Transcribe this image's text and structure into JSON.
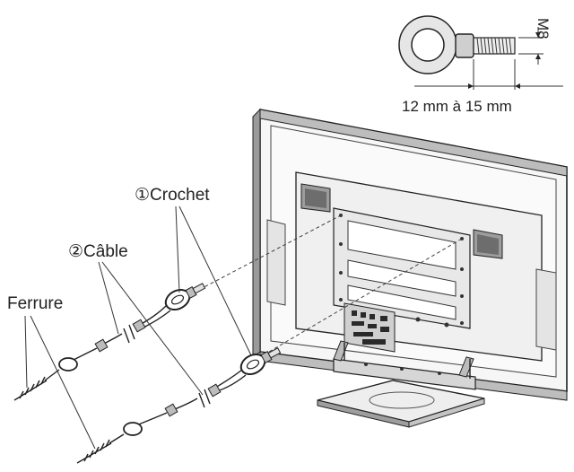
{
  "labels": {
    "crochet": "①Crochet",
    "cable": "②Câble",
    "ferrure": "Ferrure"
  },
  "dimensions": {
    "thread": "M8",
    "length": "12 mm à 15 mm"
  }
}
